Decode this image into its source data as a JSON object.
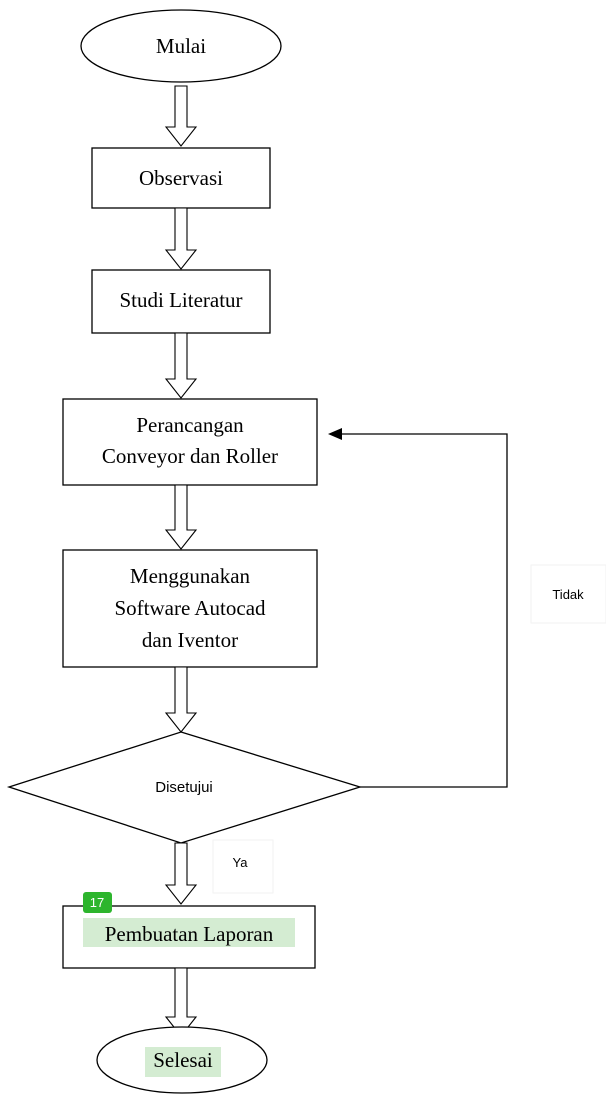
{
  "flowchart": {
    "start": "Mulai",
    "observasi": "Observasi",
    "studi": "Studi Literatur",
    "perancangan": [
      "Perancangan",
      "Conveyor dan Roller"
    ],
    "software": [
      "Menggunakan",
      "Software Autocad",
      "dan Iventor"
    ],
    "decision": "Disetujui",
    "no_label": "Tidak",
    "yes_label": "Ya",
    "laporan": "Pembuatan Laporan",
    "end": "Selesai"
  },
  "annotation": {
    "badge": "17",
    "badge_color": "#2db52d",
    "highlight_color": "#d4ecd2"
  }
}
